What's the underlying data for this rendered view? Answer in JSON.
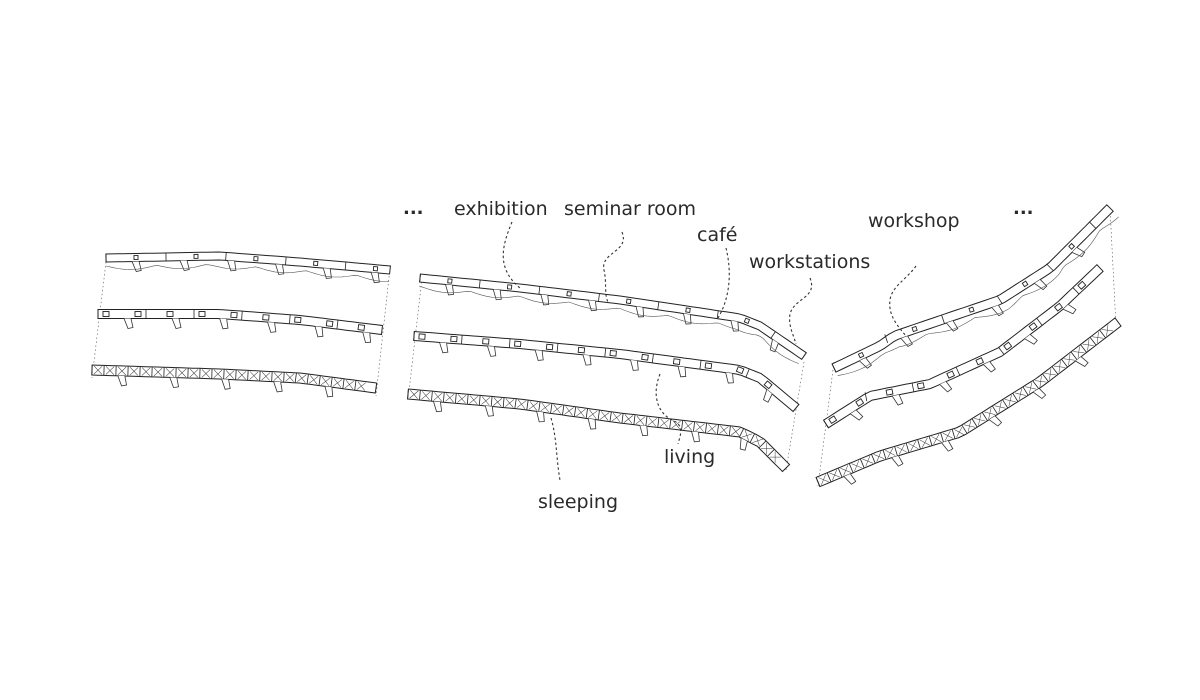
{
  "labels": {
    "exhibition": "exhibition",
    "seminar_room": "seminar room",
    "cafe": "café",
    "workstations": "workstations",
    "workshop": "workshop",
    "living": "living",
    "sleeping": "sleeping",
    "ellipsis_left": "...",
    "ellipsis_right": "..."
  }
}
